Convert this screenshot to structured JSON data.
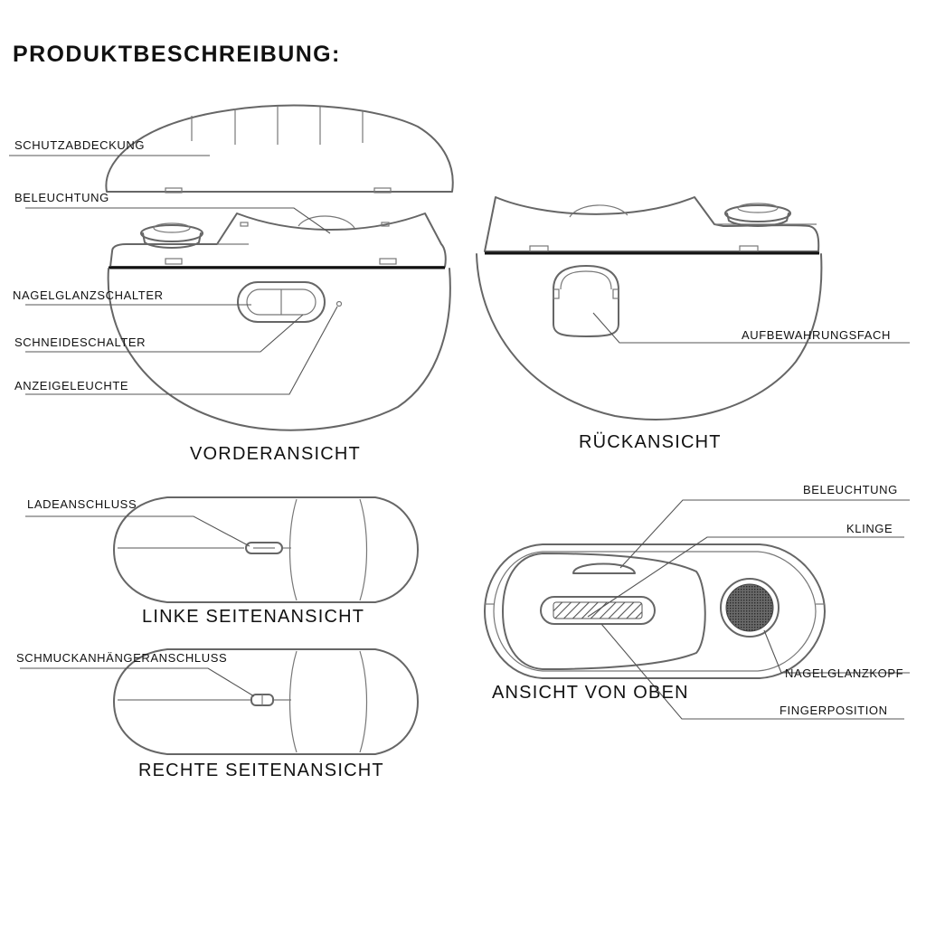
{
  "title": "PRODUKTBESCHREIBUNG:",
  "views": {
    "front": "VORDERANSICHT",
    "back": "RÜCKANSICHT",
    "left_side": "LINKE SEITENANSICHT",
    "right_side": "RECHTE SEITENANSICHT",
    "top": "ANSICHT VON OBEN"
  },
  "labels": {
    "protective_cover": "SCHUTZABDECKUNG",
    "lighting_front": "BELEUCHTUNG",
    "polish_switch": "NAGELGLANZSCHALTER",
    "cut_switch": "SCHNEIDESCHALTER",
    "indicator_light": "ANZEIGELEUCHTE",
    "storage_compartment": "AUFBEWAHRUNGSFACH",
    "charging_port": "LADEANSCHLUSS",
    "charm_port": "SCHMUCKANHÄNGERANSCHLUSS",
    "lighting_top": "BELEUCHTUNG",
    "blade": "KLINGE",
    "polish_head": "NAGELGLANZKOPF",
    "finger_position": "FINGERPOSITION"
  },
  "colors": {
    "outline": "#666666",
    "band": "#111111",
    "text": "#111111"
  }
}
